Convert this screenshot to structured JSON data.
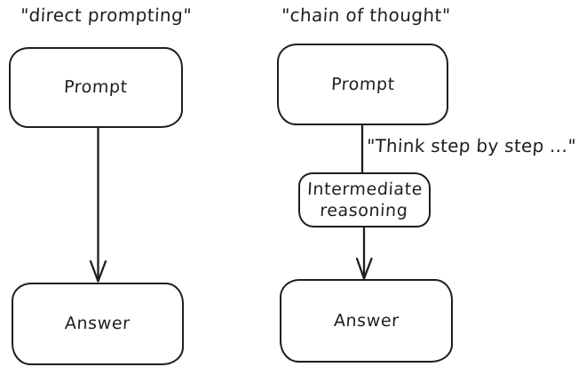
{
  "colors": {
    "background": "#ffffff",
    "stroke": "#1e1e1e"
  },
  "left_flow": {
    "title": "\"direct prompting\"",
    "prompt_label": "Prompt",
    "answer_label": "Answer"
  },
  "right_flow": {
    "title": "\"chain of thought\"",
    "prompt_label": "Prompt",
    "edge_label": "\"Think step by step ...\"",
    "intermediate_label": "Intermediate reasoning",
    "answer_label": "Answer"
  }
}
